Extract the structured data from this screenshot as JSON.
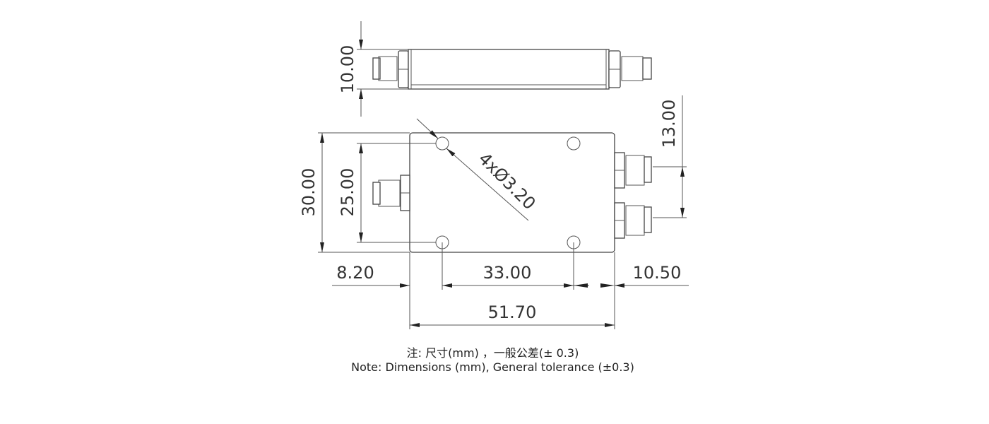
{
  "drawing": {
    "dimensions": {
      "side_height": "10.00",
      "body_height": "30.00",
      "hole_spacing_vertical": "25.00",
      "output_port_spacing": "13.00",
      "hole_callout": "4xØ3.20",
      "left_offset": "8.20",
      "hole_spacing_horizontal": "33.00",
      "right_offset": "10.50",
      "overall_length": "51.70"
    },
    "line_color": "#555555"
  },
  "notes": {
    "chinese": "注: 尺寸(mm) ，一般公差(± 0.3)",
    "english": "Note: Dimensions (mm), General tolerance (±0.3)"
  }
}
